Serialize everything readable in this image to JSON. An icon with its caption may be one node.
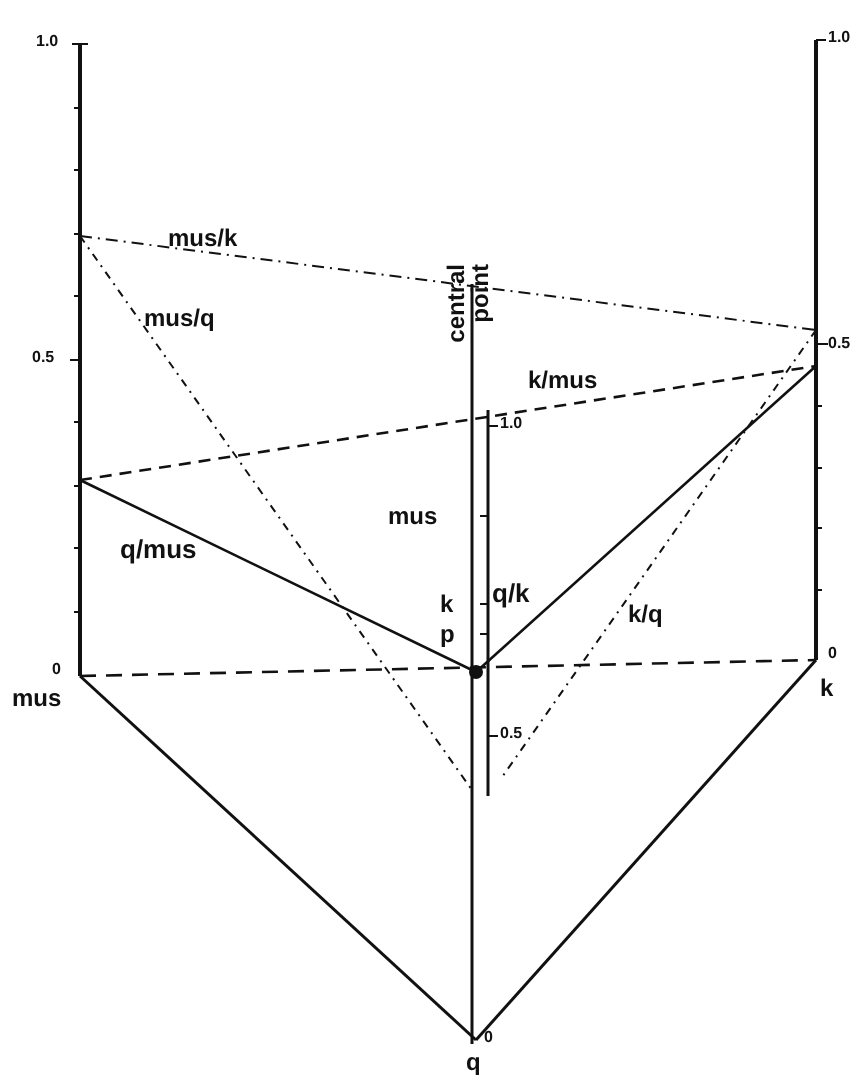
{
  "diagram": {
    "labels": [
      "1.0",
      "1.0",
      "mus/k",
      "central point",
      "mus/q",
      "0.5",
      "0.5",
      "k/mus",
      "1.0",
      "mus",
      "q/mus",
      "q/k",
      "k",
      "p",
      "k/q",
      "0",
      "0",
      "mus",
      "k",
      "0.5",
      "0",
      "q"
    ]
  }
}
